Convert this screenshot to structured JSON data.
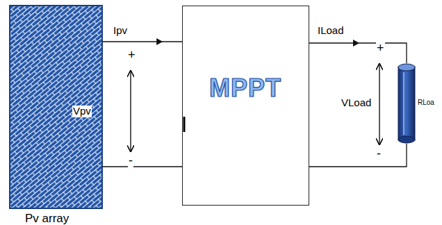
{
  "diagram": {
    "nodes": [
      {
        "text": [
          "Pv array"
        ]
      },
      {
        "text": [
          "MPPT"
        ]
      },
      {
        "text": [
          "RLoa"
        ]
      }
    ],
    "edges": [
      {
        "from": 0,
        "to": 1,
        "arrow": "to",
        "label": "Ipv"
      },
      {
        "from": 0,
        "to": 1,
        "arrow": "none"
      },
      {
        "from": 1,
        "to": 2,
        "arrow": "to",
        "label": "ILoad"
      },
      {
        "from": 1,
        "to": 2,
        "arrow": "none"
      }
    ],
    "labels": [
      "+",
      "Vpv",
      "-",
      "+",
      "VLoad",
      "-"
    ]
  }
}
